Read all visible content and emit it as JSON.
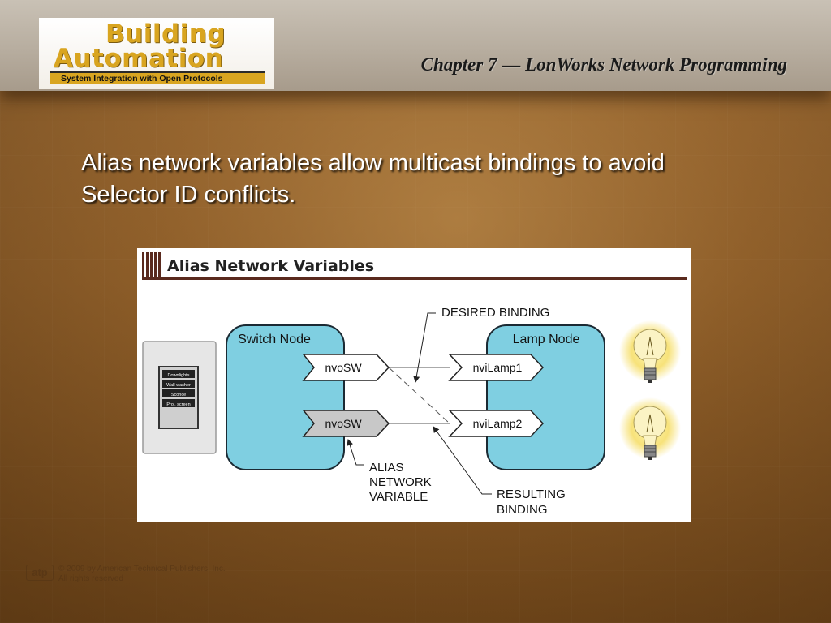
{
  "header": {
    "logo": {
      "line1": "Building",
      "line2": "Automation",
      "tagline": "System Integration with Open Protocols"
    },
    "chapter_title": "Chapter 7 — LonWorks Network Programming"
  },
  "body": {
    "text": "Alias network variables allow multicast bindings to avoid Selector ID conflicts."
  },
  "figure": {
    "title": "Alias Network Variables",
    "switch_node_label": "Switch Node",
    "lamp_node_label": "Lamp Node",
    "output_1": "nvoSW",
    "output_2": "nvoSW",
    "input_1": "nviLamp1",
    "input_2": "nviLamp2",
    "callouts": {
      "desired_binding": "DESIRED BINDING",
      "alias_line1": "ALIAS",
      "alias_line2": "NETWORK",
      "alias_line3": "VARIABLE",
      "resulting_line1": "RESULTING",
      "resulting_line2": "BINDING"
    },
    "switch_panel_items": [
      "Downlights",
      "Wall washer",
      "Sconce",
      "Proj. screen"
    ],
    "colors": {
      "node_fill": "#7fcfe1",
      "title_bar": "#5a2a1e",
      "bulb_glow": "#f7e27a"
    }
  },
  "footer": {
    "logo_text": "atp",
    "copyright_line1": "© 2009 by American Technical Publishers, Inc.",
    "copyright_line2": "All rights reserved"
  }
}
